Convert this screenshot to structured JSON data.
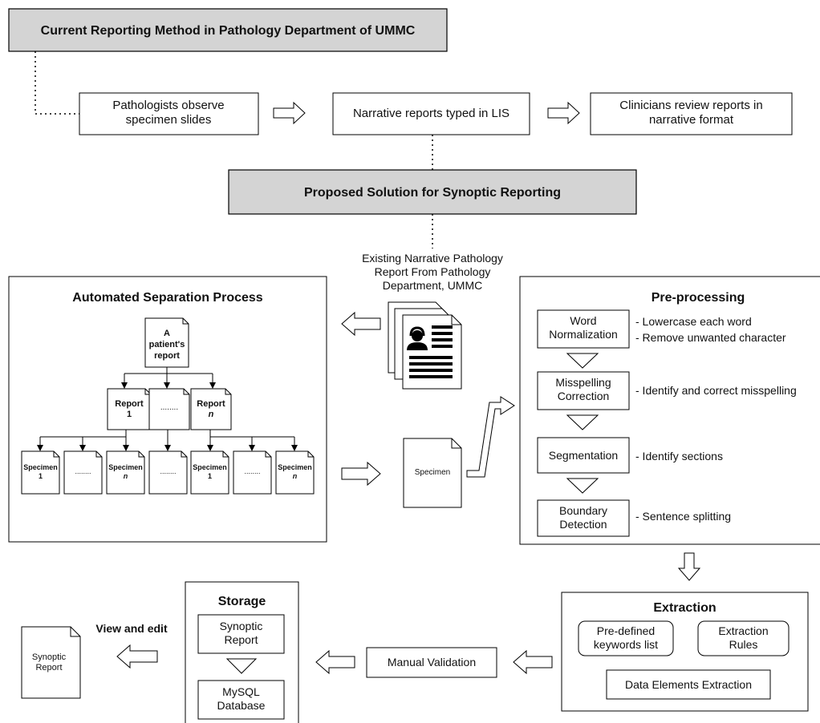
{
  "current": {
    "title": "Current Reporting Method in Pathology Department of UMMC",
    "step1": "Pathologists observe specimen slides",
    "step2": "Narrative reports typed in LIS",
    "step3": "Clinicians review reports in narrative format"
  },
  "proposed": {
    "title": "Proposed Solution for Synoptic Reporting"
  },
  "existing": {
    "label": "Existing Narrative Pathology Report From Pathology Department, UMMC"
  },
  "separation": {
    "title": "Automated Separation Process",
    "root": "A patient's report",
    "report_prefix": "Report",
    "report_1": "1",
    "report_n": "n",
    "dots": "........",
    "specimen_prefix": "Specimen",
    "specimen_1": "1",
    "specimen_n": "n"
  },
  "specimen_doc": "Specimen",
  "preprocessing": {
    "title": "Pre-processing",
    "steps": [
      {
        "name": "Word Normalization",
        "notes": [
          "- Lowercase each word",
          "- Remove unwanted character"
        ]
      },
      {
        "name": "Misspelling Correction",
        "notes": [
          "- Identify and correct misspelling"
        ]
      },
      {
        "name": "Segmentation",
        "notes": [
          "- Identify sections"
        ]
      },
      {
        "name": "Boundary Detection",
        "notes": [
          "- Sentence splitting"
        ]
      }
    ]
  },
  "extraction": {
    "title": "Extraction",
    "keywords": "Pre-defined keywords list",
    "rules": "Extraction Rules",
    "elements": "Data Elements Extraction"
  },
  "validation": "Manual Validation",
  "storage": {
    "title": "Storage",
    "synoptic": "Synoptic Report",
    "database": "MySQL Database"
  },
  "view_edit": "View and edit",
  "synoptic_doc": "Synoptic Report"
}
